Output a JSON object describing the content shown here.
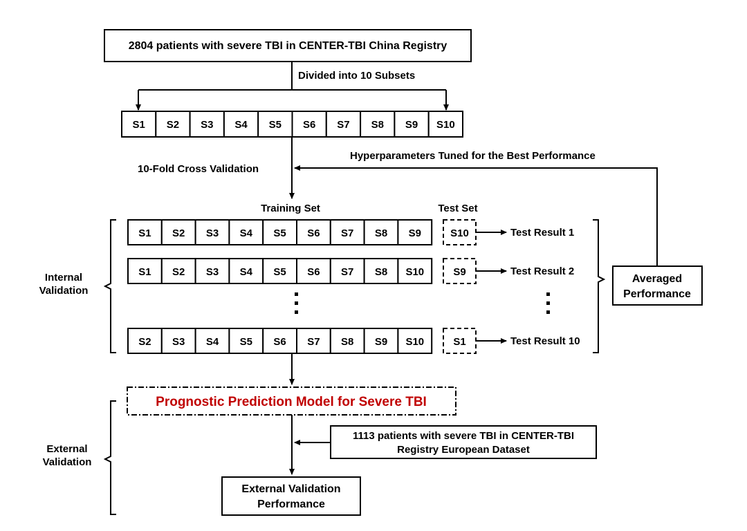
{
  "top_box": "2804 patients with severe TBI in CENTER-TBI China Registry",
  "divided_label": "Divided into 10 Subsets",
  "subsets": [
    "S1",
    "S2",
    "S3",
    "S4",
    "S5",
    "S6",
    "S7",
    "S8",
    "S9",
    "S10"
  ],
  "cv_label": "10-Fold Cross Validation",
  "hyper_label": "Hyperparameters Tuned for the Best Performance",
  "training_set_label": "Training Set",
  "test_set_label": "Test Set",
  "folds": [
    {
      "train": [
        "S1",
        "S2",
        "S3",
        "S4",
        "S5",
        "S6",
        "S7",
        "S8",
        "S9"
      ],
      "test": "S10",
      "result": "Test Result 1"
    },
    {
      "train": [
        "S1",
        "S2",
        "S3",
        "S4",
        "S5",
        "S6",
        "S7",
        "S8",
        "S10"
      ],
      "test": "S9",
      "result": "Test Result 2"
    },
    {
      "train": [
        "S2",
        "S3",
        "S4",
        "S5",
        "S6",
        "S7",
        "S8",
        "S9",
        "S10"
      ],
      "test": "S1",
      "result": "Test Result 10"
    }
  ],
  "ellipsis": ".",
  "internal_validation": [
    "Internal",
    "Validation"
  ],
  "averaged_performance": [
    "Averaged",
    "Performance"
  ],
  "model_label": "Prognostic Prediction Model for Severe TBI",
  "external_validation": [
    "External",
    "Validation"
  ],
  "european_box": [
    "1113 patients with severe TBI in CENTER-TBI",
    "Registry European Dataset"
  ],
  "external_perf": [
    "External Validation",
    "Performance"
  ],
  "colors": {
    "accent": "#c00000",
    "line": "#000000"
  }
}
